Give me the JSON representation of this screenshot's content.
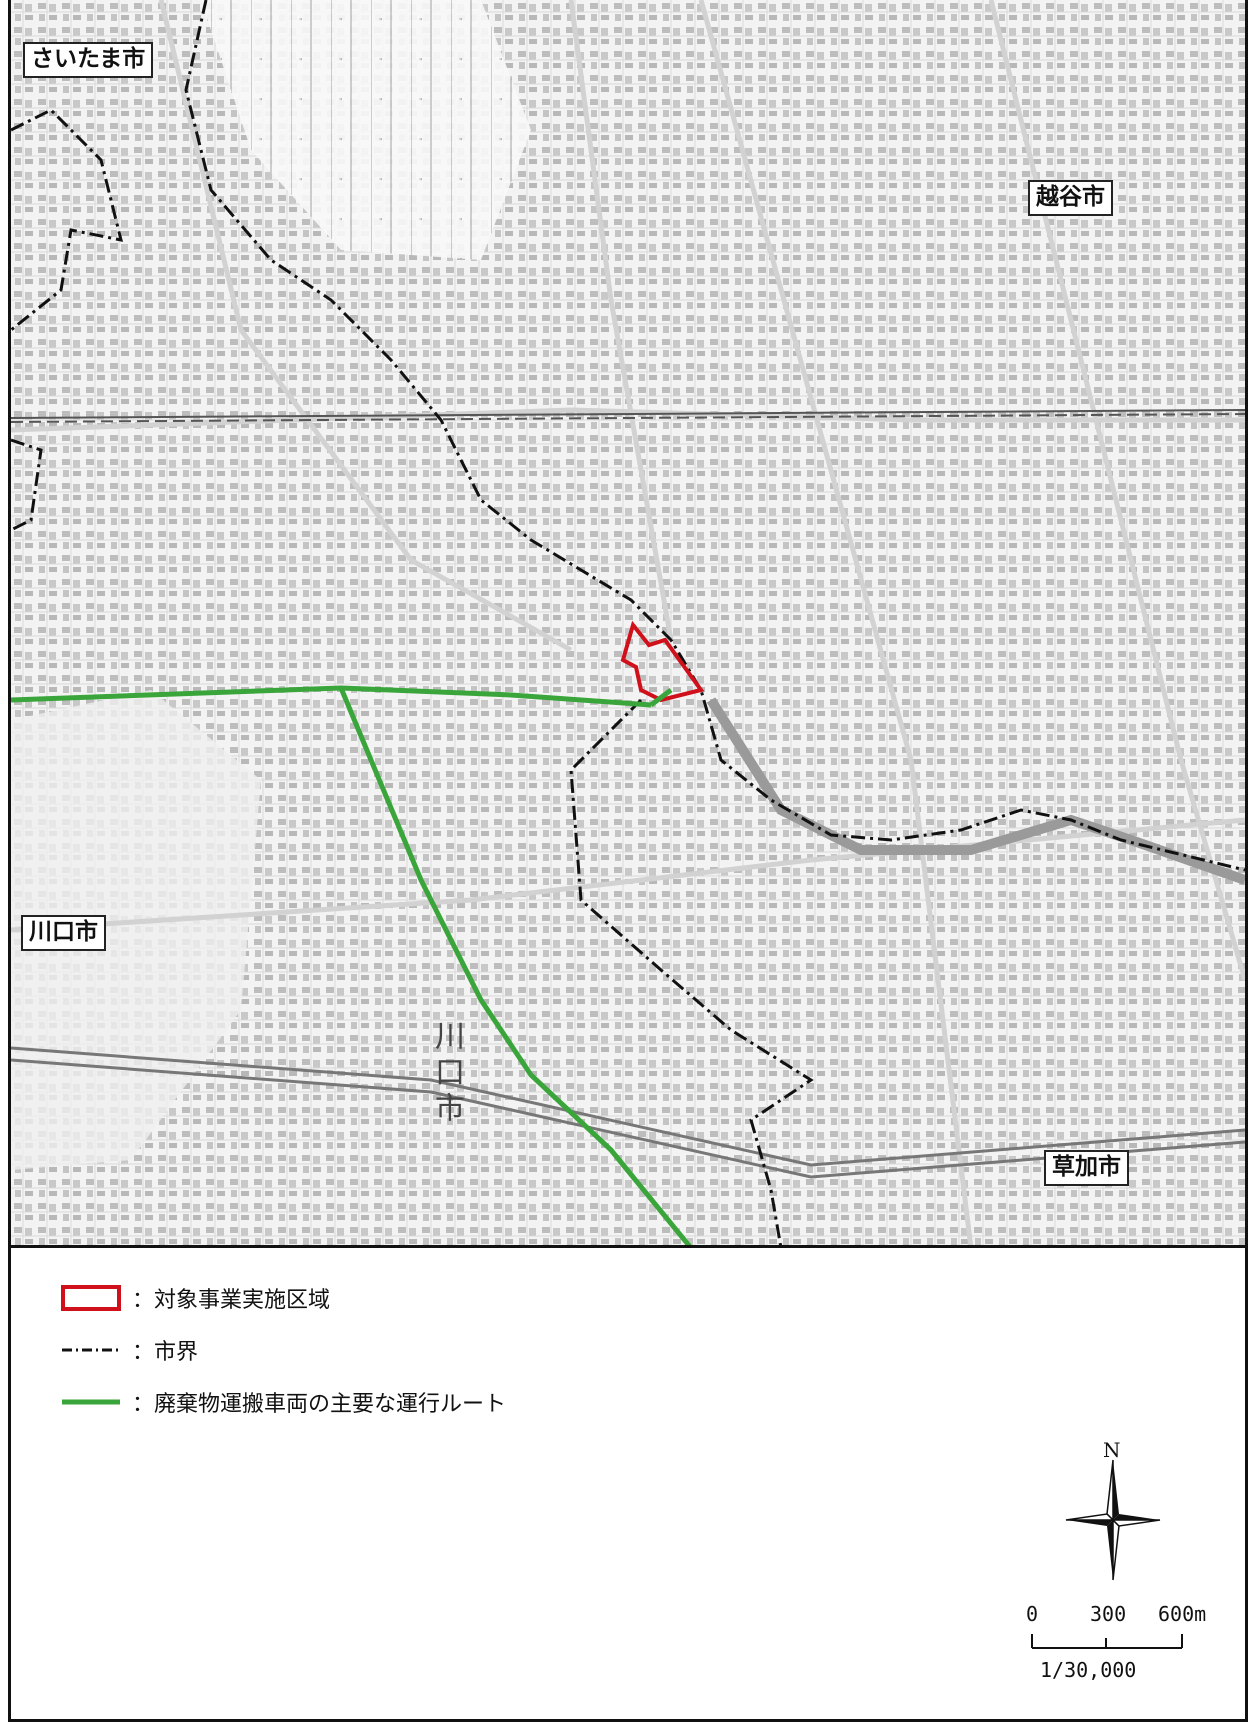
{
  "map": {
    "cities": {
      "saitama": "さいたま市",
      "koshigaya": "越谷市",
      "kawaguchi": "川口市",
      "soka": "草加市"
    },
    "vertical_label": "川口市",
    "colors": {
      "route": "#3aa53a",
      "area": "#d0101a",
      "boundary": "#111111",
      "road": "#cfcfcf"
    }
  },
  "legend": {
    "items": [
      {
        "symbol": "red-rectangle",
        "label": "：対象事業実施区域"
      },
      {
        "symbol": "dash-dot-line",
        "label": "：市界"
      },
      {
        "symbol": "green-line",
        "label": "：廃棄物運搬車両の主要な運行ルート"
      }
    ]
  },
  "compass": {
    "north": "N"
  },
  "scale": {
    "ticks": [
      "0",
      "300",
      "600m"
    ],
    "ratio": "1/30,000"
  }
}
